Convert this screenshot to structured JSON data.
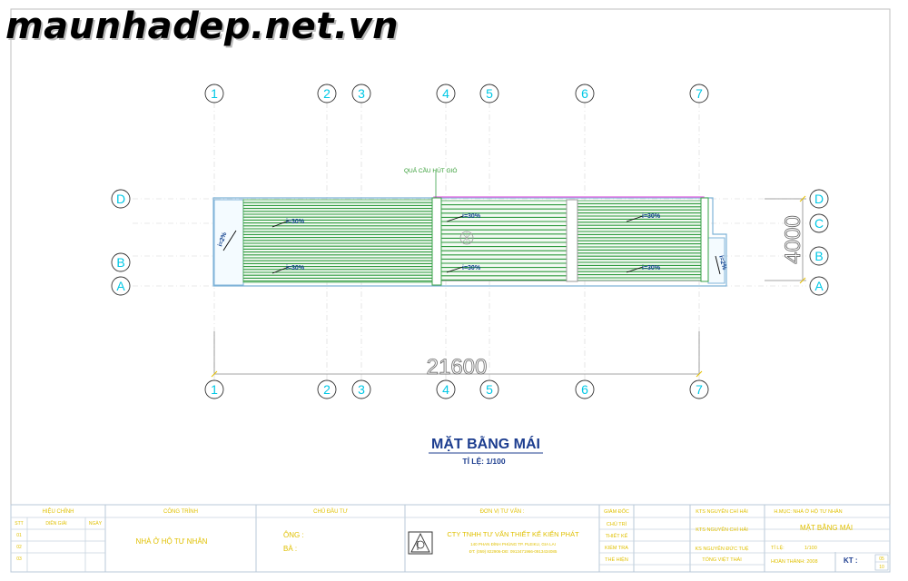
{
  "watermark": "maunhadep.net.vn",
  "grid": {
    "columns": [
      "1",
      "2",
      "3",
      "4",
      "5",
      "6",
      "7"
    ],
    "rows_left": [
      "D",
      "B",
      "A"
    ],
    "rows_right": [
      "D",
      "C",
      "B",
      "A"
    ]
  },
  "dimensions": {
    "overall_width": "21600",
    "overall_depth": "4000"
  },
  "annotations": {
    "ventilator": "QUẢ CẦU HÚT GIÓ",
    "slopes": [
      "i=30%",
      "i=30%",
      "i=30%",
      "i=30%",
      "i=30%",
      "i=30%"
    ],
    "gutter_left": "i=2%",
    "gutter_right": "i=2%"
  },
  "drawing_title": "MẶT BẰNG MÁI",
  "drawing_scale": "TỈ LỆ: 1/100",
  "title_block": {
    "revision_header": "HIỆU CHỈNH",
    "revision_cols": [
      "STT",
      "DIỄN GIẢI",
      "NGÀY"
    ],
    "revision_rows": [
      "01",
      "02",
      "03"
    ],
    "project_header": "CÔNG TRÌNH",
    "project_name": "NHÀ Ở HỘ TƯ NHÂN",
    "owner_header": "CHỦ ĐẦU TƯ",
    "owner_lines": [
      "ÔNG :",
      "BÀ :"
    ],
    "consultant_header": "ĐƠN VỊ TƯ VẤN :",
    "company_name": "CTY TNHH TƯ VẤN THIẾT KẾ KIẾN PHÁT",
    "company_address": "140 PHAN ĐÌNH PHÙNG TP. PLEIKU, GIA LAI",
    "company_phone": "ĐT: (059) 822906-DĐ: 0913471966-0913434085",
    "roles": [
      "GIÁM ĐỐC",
      "CHỦ TRÌ",
      "THIẾT KẾ",
      "KIỂM TRA",
      "THỂ HIỆN"
    ],
    "role_names": [
      "KTS NGUYỄN CHÍ HẢI",
      "KTS NGUYỄN CHÍ HẢI",
      "",
      "KS NGUYỄN ĐỨC TUỆ",
      "TỔNG VIỆT THÁI"
    ],
    "item_label": "H.MỤC: NHÀ Ở HỘ TƯ NHÂN",
    "sheet_title": "MẶT BẰNG MÁI",
    "scale_label": "TỈ LỆ:",
    "scale_value": "1/100",
    "completion": "HOÀN THÀNH: 2008",
    "sheet_code_label": "KT :",
    "sheet_number": "05",
    "sheet_total": "10"
  }
}
